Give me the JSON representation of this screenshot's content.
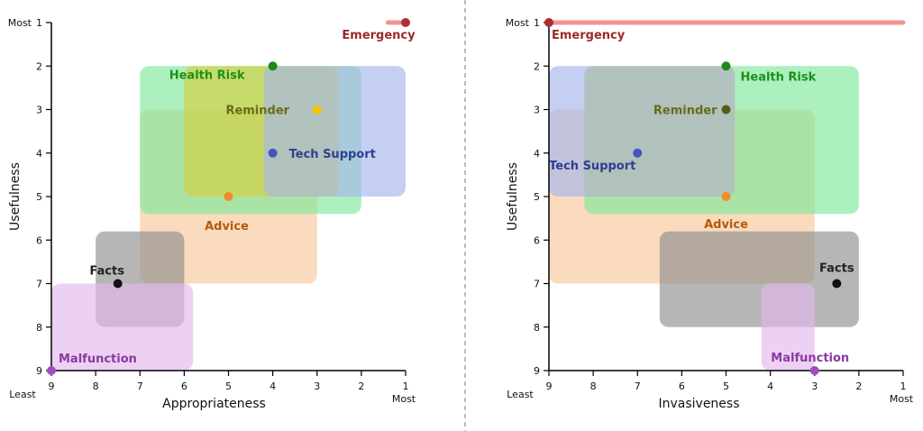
{
  "colors": {
    "Emergency": "#9c2a2a",
    "Health Risk": "#1e8f1e",
    "Reminder": "#6b6b1a",
    "Tech Support": "#2f3f8f",
    "Advice": "#b35a0f",
    "Facts": "#222222",
    "Malfunction": "#8a3aa0",
    "dot_Reminder_left": "#f2c300",
    "dot_Reminder_right": "#5a5a14",
    "dot_Tech Support": "#4455bb",
    "dot_Advice": "#f28c28",
    "dot_Facts": "#111111",
    "dot_Malfunction": "#a24bc0",
    "dot_Emergency": "#a8322e",
    "dot_Health Risk": "#1a8a1a",
    "box_Emergency": "#f08080",
    "box_Health Risk": "#7fe89a",
    "box_Reminder": "#d6cf3d",
    "box_Tech Support": "#a6b6ec",
    "box_Advice": "#f7c79a",
    "box_Facts": "#8f8f8f",
    "box_Malfunction": "#e2b8ec",
    "divider": "#bbbbbb"
  },
  "chart_data": [
    {
      "type": "scatter",
      "xlabel": "Appropriateness",
      "ylabel": "Usefulness",
      "x_ticks": [
        9,
        8,
        7,
        6,
        5,
        4,
        3,
        2,
        1
      ],
      "y_ticks": [
        1,
        2,
        3,
        4,
        5,
        6,
        7,
        8,
        9
      ],
      "xlim": [
        9,
        1
      ],
      "ylim": [
        1,
        9
      ],
      "x_end_labels": {
        "left": "Least",
        "right": "Most"
      },
      "y_top_label": "Most",
      "points": [
        {
          "name": "Emergency",
          "x": 1,
          "y": 1,
          "x_range": [
            1.4,
            1
          ],
          "y_range": [
            1,
            1
          ]
        },
        {
          "name": "Health Risk",
          "x": 4,
          "y": 2,
          "x_range": [
            7,
            2
          ],
          "y_range": [
            2,
            5.4
          ]
        },
        {
          "name": "Reminder",
          "x": 3,
          "y": 3,
          "x_range": [
            6,
            2.5
          ],
          "y_range": [
            2,
            5
          ]
        },
        {
          "name": "Tech Support",
          "x": 4,
          "y": 4,
          "x_range": [
            4.2,
            1
          ],
          "y_range": [
            2,
            5
          ]
        },
        {
          "name": "Advice",
          "x": 5,
          "y": 5,
          "x_range": [
            7,
            3
          ],
          "y_range": [
            3,
            7
          ]
        },
        {
          "name": "Facts",
          "x": 7.5,
          "y": 7,
          "x_range": [
            8,
            6
          ],
          "y_range": [
            5.8,
            8
          ]
        },
        {
          "name": "Malfunction",
          "x": 9,
          "y": 9,
          "x_range": [
            9,
            5.8
          ],
          "y_range": [
            7,
            9
          ]
        }
      ]
    },
    {
      "type": "scatter",
      "xlabel": "Invasiveness",
      "ylabel": "Usefulness",
      "x_ticks": [
        9,
        8,
        7,
        6,
        5,
        4,
        3,
        2,
        1
      ],
      "y_ticks": [
        1,
        2,
        3,
        4,
        5,
        6,
        7,
        8,
        9
      ],
      "xlim": [
        9,
        1
      ],
      "ylim": [
        1,
        9
      ],
      "x_end_labels": {
        "left": "Least",
        "right": "Most"
      },
      "y_top_label": "Most",
      "points": [
        {
          "name": "Emergency",
          "x": 9,
          "y": 1,
          "x_range": [
            9,
            1
          ],
          "y_range": [
            1,
            1
          ]
        },
        {
          "name": "Health Risk",
          "x": 5,
          "y": 2,
          "x_range": [
            8.2,
            2
          ],
          "y_range": [
            2,
            5.4
          ]
        },
        {
          "name": "Reminder",
          "x": 5,
          "y": 3,
          "x_range": [
            8.2,
            4.8
          ],
          "y_range": [
            2,
            5
          ]
        },
        {
          "name": "Tech Support",
          "x": 7,
          "y": 4,
          "x_range": [
            9,
            4.8
          ],
          "y_range": [
            2,
            5
          ]
        },
        {
          "name": "Advice",
          "x": 5,
          "y": 5,
          "x_range": [
            9,
            3
          ],
          "y_range": [
            3,
            7
          ]
        },
        {
          "name": "Facts",
          "x": 2.5,
          "y": 7,
          "x_range": [
            6.5,
            2
          ],
          "y_range": [
            5.8,
            8
          ]
        },
        {
          "name": "Malfunction",
          "x": 3,
          "y": 9,
          "x_range": [
            4.2,
            3
          ],
          "y_range": [
            7,
            9
          ]
        }
      ]
    }
  ]
}
